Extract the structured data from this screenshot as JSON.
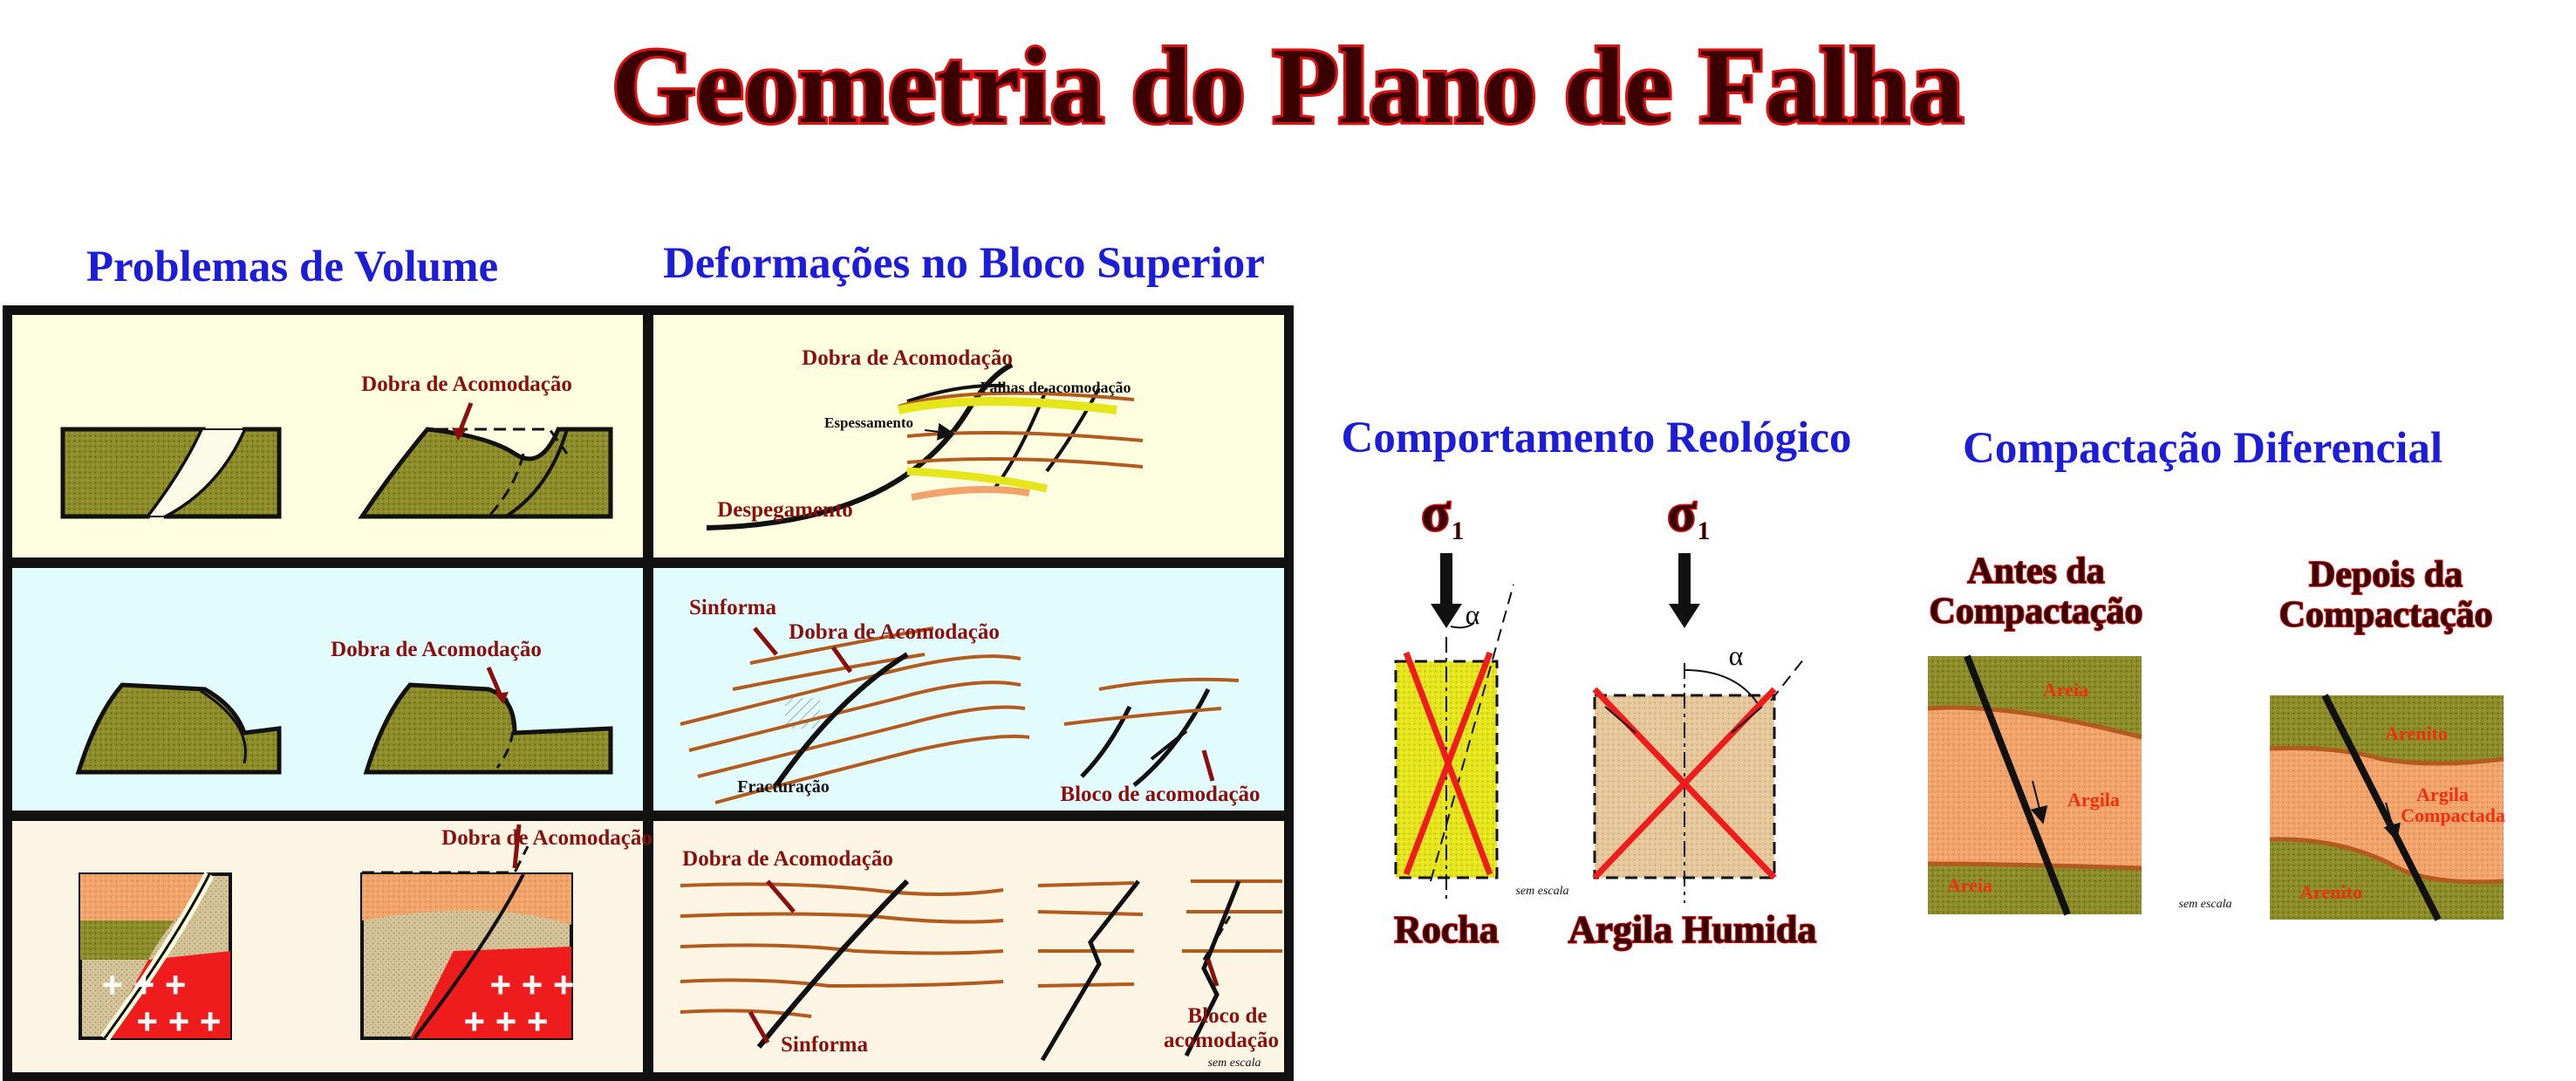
{
  "title": "Geometria do Plano de Falha",
  "sections": {
    "volume": "Problemas de Volume",
    "deform": "Deformações no Bloco Superior",
    "reologico": "Comportamento Reológico",
    "compactacao": "Compactação Diferencial"
  },
  "panels": {
    "r1_left_label": "Dobra de Acomodação",
    "r1_right_dobra": "Dobra de Acomodação",
    "r1_right_falhas": "Falhas de acomodação",
    "r1_right_espess": "Espessamento",
    "r1_right_despeg": "Despegamento",
    "r2_left_label": "Dobra de Acomodação",
    "r2_right_sinforma": "Sinforma",
    "r2_right_dobra": "Dobra de Acomodação",
    "r2_right_fract": "Fracturação",
    "r2_right_bloco": "Bloco de acomodação",
    "r3_left_label": "Dobra de Acomodação",
    "r3_right_dobra": "Dobra de Acomodação",
    "r3_right_sinforma": "Sinforma",
    "r3_right_bloco1": "Bloco de",
    "r3_right_bloco2": "acomodação",
    "r3_right_escala": "sem escala"
  },
  "reologico": {
    "sigma": "σ",
    "sigma_sub": "1",
    "alpha": "α",
    "rocha": "Rocha",
    "argila": "Argila Humida",
    "escala": "sem escala"
  },
  "compactacao": {
    "antes1": "Antes da",
    "antes2": "Compactação",
    "depois1": "Depois da",
    "depois2": "Compactação",
    "areia_top": "Areia",
    "argila": "Argila",
    "areia_bottom": "Areia",
    "arenito_top": "Arenito",
    "argila_comp1": "Argila",
    "argila_comp2": "Compactada",
    "arenito_bottom": "Arenito",
    "escala": "sem escala"
  },
  "colors": {
    "title_fill": "#3a0000",
    "title_outline": "#e01010",
    "section_blue": "#1d1dd9",
    "label_red": "#8a1010",
    "olive": "#8c8c2a",
    "sand": "#f2a36a",
    "granite_red": "#ee1c1c",
    "panel_yellow": "#fdfde0",
    "panel_cyan": "#e2fbfc",
    "panel_cream": "#fdf5e4",
    "layer_brown": "#b35a1e"
  }
}
